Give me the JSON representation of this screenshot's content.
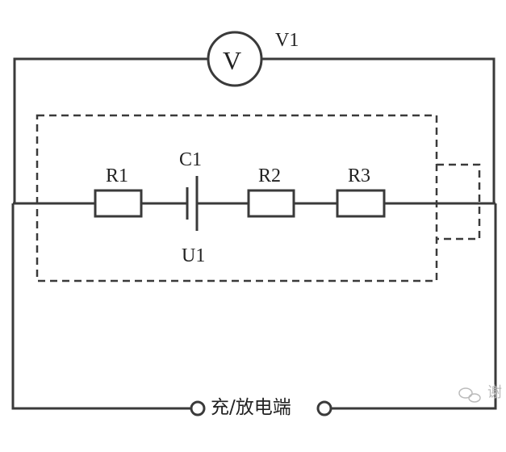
{
  "voltmeter": {
    "symbol": "V",
    "name": "V1"
  },
  "components": {
    "r1": "R1",
    "c1": "C1",
    "u1": "U1",
    "r2": "R2",
    "r3": "R3"
  },
  "terminal_label": "充/放电端",
  "watermark": "谢"
}
